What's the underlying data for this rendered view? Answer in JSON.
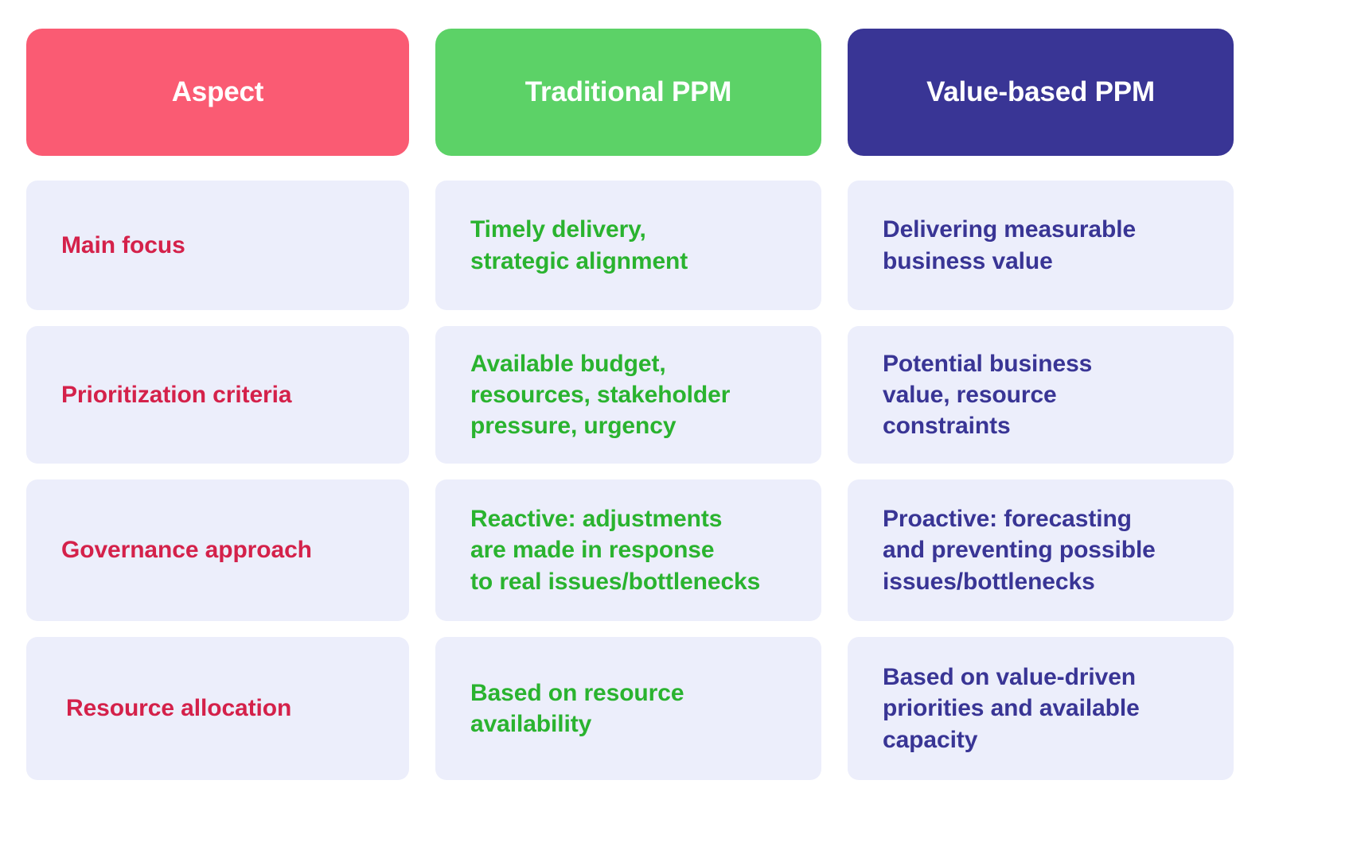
{
  "table": {
    "headers": [
      {
        "label": "Aspect",
        "color": "#fa5b73"
      },
      {
        "label": "Traditional PPM",
        "color": "#5cd267"
      },
      {
        "label": "Value-based PPM",
        "color": "#393595"
      }
    ],
    "cell_background": "#eceefb",
    "text_colors": {
      "aspect": "#d4214a",
      "traditional": "#2ab32f",
      "value_based": "#393595"
    },
    "rows": [
      {
        "aspect": "Main focus",
        "traditional": "Timely delivery,\nstrategic alignment",
        "value_based": "Delivering measurable\nbusiness value"
      },
      {
        "aspect": "Prioritization criteria",
        "traditional": "Available budget,\nresources, stakeholder\npressure, urgency",
        "value_based": "Potential business\nvalue, resource\nconstraints"
      },
      {
        "aspect": "Governance approach",
        "traditional": "Reactive: adjustments\nare made in response\nto real issues/bottlenecks",
        "value_based": "Proactive: forecasting\nand preventing possible\nissues/bottlenecks"
      },
      {
        "aspect": "Resource allocation",
        "traditional": "Based on resource\navailability",
        "value_based": "Based on value-driven\npriorities and available\ncapacity"
      }
    ]
  }
}
